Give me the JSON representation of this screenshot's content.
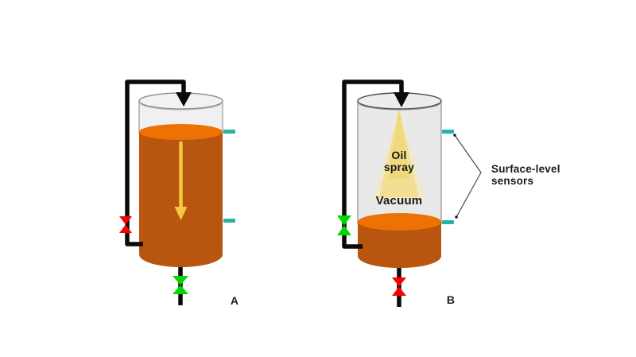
{
  "labels": {
    "tank_a": "A",
    "tank_b": "B",
    "oil_spray_line1": "Oil",
    "oil_spray_line2": "spray",
    "vacuum": "Vacuum",
    "sensor_callout_line1": "Surface-level",
    "sensor_callout_line2": "sensors"
  },
  "colors": {
    "oil_surface": "#ee7103",
    "oil_body": "#b8560f",
    "spray_yellow": "#f2dd8a",
    "arrow_yellow": "#f6c544",
    "valve_red": "#fb0000",
    "valve_green": "#00d800",
    "sensor_teal": "#27b3a2",
    "pipe_black": "#0a0a0a"
  }
}
